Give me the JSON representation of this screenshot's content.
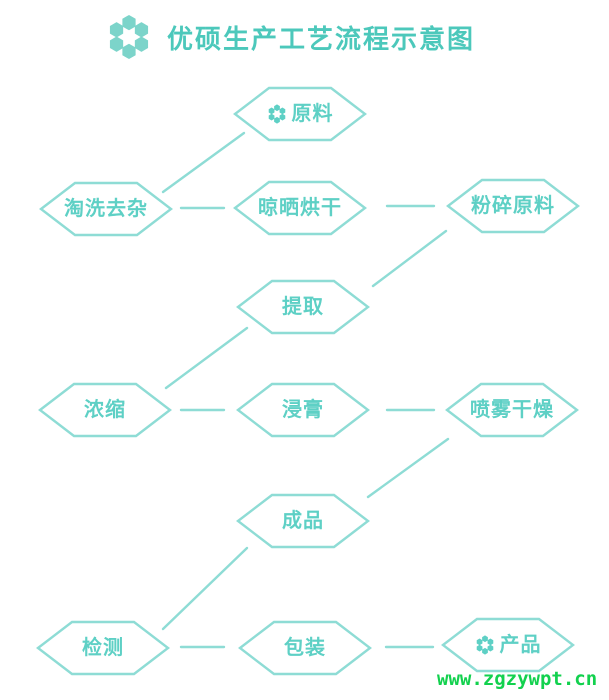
{
  "header": {
    "title": "优硕生产工艺流程示意图",
    "logo_icon": "honeycomb-flower"
  },
  "watermark": {
    "text": "www.zgzywpt.cn"
  },
  "colors": {
    "title": "#4cc8bb",
    "node_border": "#8edcd5",
    "node_text": "#5ed0c5",
    "logo": "#7cd4ca",
    "watermark_green": "#12d14e",
    "background": "#ffffff"
  },
  "diagram": {
    "type": "process-flowchart",
    "node_shape": "hexagon-outline",
    "nodes": [
      {
        "id": "raw-material",
        "label": "原料",
        "icon": "honeycomb-flower"
      },
      {
        "id": "wash-remove-impurities",
        "label": "淘洗去杂"
      },
      {
        "id": "sun-dry-bake-dry",
        "label": "晾晒烘干"
      },
      {
        "id": "crush-raw-material",
        "label": "粉碎原料"
      },
      {
        "id": "extraction",
        "label": "提取"
      },
      {
        "id": "concentration",
        "label": "浓缩"
      },
      {
        "id": "extract-paste",
        "label": "浸膏"
      },
      {
        "id": "spray-drying",
        "label": "喷雾干燥"
      },
      {
        "id": "finished-goods",
        "label": "成品"
      },
      {
        "id": "inspection",
        "label": "检测"
      },
      {
        "id": "packaging",
        "label": "包装"
      },
      {
        "id": "product",
        "label": "产品",
        "icon": "honeycomb-flower"
      }
    ],
    "edges": [
      {
        "from": "原料",
        "to": "淘洗去杂"
      },
      {
        "from": "淘洗去杂",
        "to": "晾晒烘干"
      },
      {
        "from": "晾晒烘干",
        "to": "粉碎原料"
      },
      {
        "from": "粉碎原料",
        "to": "提取"
      },
      {
        "from": "提取",
        "to": "浓缩"
      },
      {
        "from": "浓缩",
        "to": "浸膏"
      },
      {
        "from": "浸膏",
        "to": "喷雾干燥"
      },
      {
        "from": "喷雾干燥",
        "to": "成品"
      },
      {
        "from": "成品",
        "to": "检测"
      },
      {
        "from": "检测",
        "to": "包装"
      },
      {
        "from": "包装",
        "to": "产品"
      }
    ]
  }
}
